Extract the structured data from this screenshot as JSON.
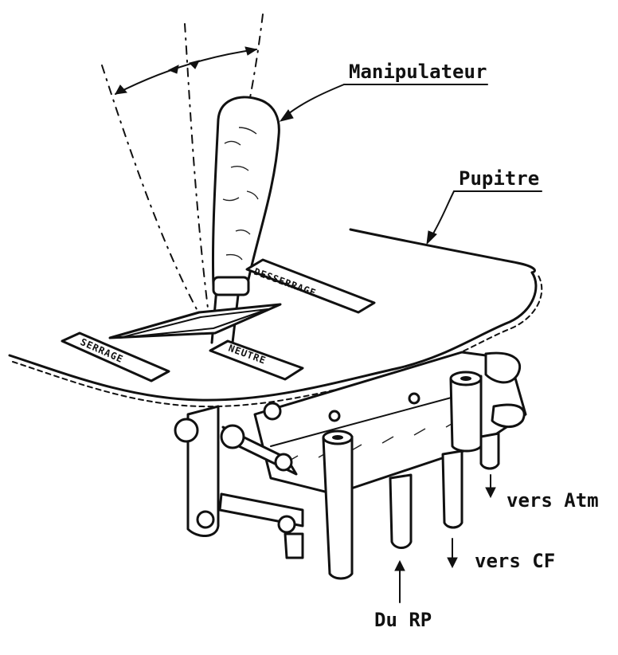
{
  "labels": {
    "manipulateur": "Manipulateur",
    "pupitre": "Pupitre",
    "vers_atm": "vers Atm",
    "vers_cf": "vers CF",
    "du_rp": "Du RP"
  },
  "plates": {
    "serrage": "SERRAGE",
    "neutre": "NEUTRE",
    "desserrage": "DESSERRAGE"
  },
  "colors": {
    "ink": "#111111",
    "paper": "#ffffff"
  }
}
